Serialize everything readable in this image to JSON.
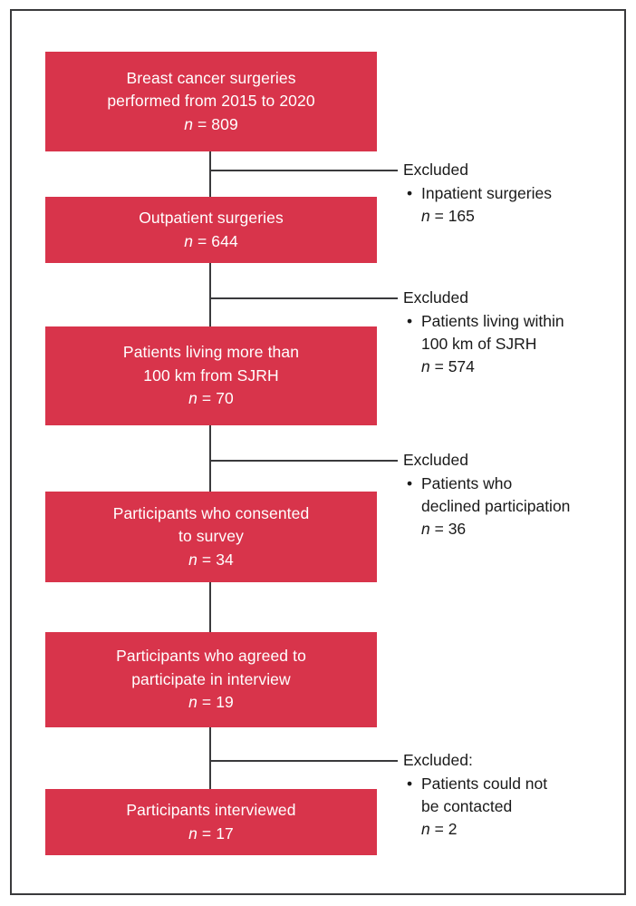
{
  "figure": {
    "type": "flowchart",
    "accent_color": "#D8344B",
    "line_color": "#3a3a3c",
    "frame_color": "#3a3a3c",
    "box_text_color": "#ffffff",
    "text_color": "#1a1a1a"
  },
  "boxes": [
    {
      "id": "breast-cancer-surgeries",
      "lines": [
        "Breast cancer surgeries",
        "performed from 2015 to 2020"
      ],
      "n_label": "n",
      "n_eq": " = ",
      "n_value": "809"
    },
    {
      "id": "outpatient-surgeries",
      "lines": [
        "Outpatient surgeries"
      ],
      "n_label": "n",
      "n_eq": " = ",
      "n_value": "644"
    },
    {
      "id": "patients-living-more-than-100km",
      "lines": [
        "Patients living more than",
        "100 km from SJRH"
      ],
      "n_label": "n",
      "n_eq": " = ",
      "n_value": "70"
    },
    {
      "id": "participants-consented-to-survey",
      "lines": [
        "Participants who consented",
        "to survey"
      ],
      "n_label": "n",
      "n_eq": " = ",
      "n_value": "34"
    },
    {
      "id": "participants-agreed-to-interview",
      "lines": [
        "Participants who agreed to",
        "participate in interview"
      ],
      "n_label": "n",
      "n_eq": " = ",
      "n_value": "19"
    },
    {
      "id": "participants-interviewed",
      "lines": [
        "Participants interviewed"
      ],
      "n_label": "n",
      "n_eq": " = ",
      "n_value": "17"
    }
  ],
  "exclusions": [
    {
      "id": "excluded-inpatient-surgeries",
      "title": "Excluded",
      "bullet": "•",
      "lines": [
        "Inpatient surgeries"
      ],
      "n_label": "n",
      "n_eq": " = ",
      "n_value": "165"
    },
    {
      "id": "excluded-patients-within-100km",
      "title": "Excluded",
      "bullet": "•",
      "lines": [
        "Patients living within",
        "100 km of SJRH"
      ],
      "n_label": "n",
      "n_eq": " = ",
      "n_value": "574"
    },
    {
      "id": "excluded-declined-participation",
      "title": "Excluded",
      "bullet": "•",
      "lines": [
        "Patients who",
        "declined participation"
      ],
      "n_label": "n",
      "n_eq": " = ",
      "n_value": "36"
    },
    {
      "id": "excluded-could-not-be-contacted",
      "title": "Excluded:",
      "bullet": "•",
      "lines": [
        "Patients could not",
        "be contacted"
      ],
      "n_label": "n",
      "n_eq": " = ",
      "n_value": "2"
    }
  ]
}
